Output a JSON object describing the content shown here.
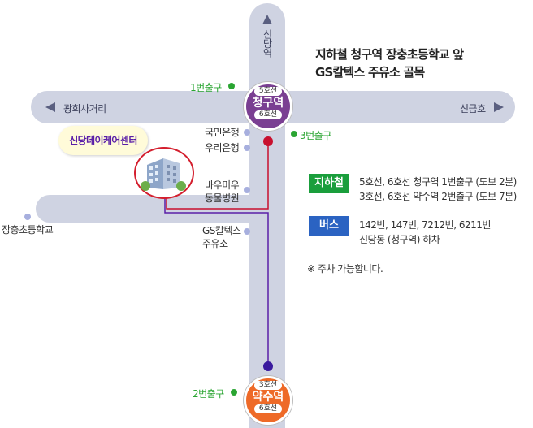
{
  "title": {
    "line1": "지하철 청구역 장충초등학교 앞",
    "line2": "GS칼텍스 주유소 골목"
  },
  "roads": {
    "north": "신당역",
    "west": "광희사거리",
    "east": "신금호",
    "left_end": "장충초등학교"
  },
  "stations": {
    "cheonggu": {
      "name": "청구역",
      "line_top": "5호선",
      "line_bottom": "6호선",
      "color_top": "#7a3f92",
      "color_bottom": "#b05a2a"
    },
    "yaksu": {
      "name": "약수역",
      "line_top": "3호선",
      "line_bottom": "6호선",
      "color": "#ee6a28"
    }
  },
  "exits": {
    "cheonggu_exit1": "1번출구",
    "cheonggu_exit3": "3번출구",
    "yaksu_exit2": "2번출구"
  },
  "pois": {
    "kookmin": "국민은행",
    "woori": "우리은행",
    "baumimu_1": "바우미우",
    "baumimu_2": "동물병원",
    "gs_1": "GS칼텍스",
    "gs_2": "주유소"
  },
  "destination": {
    "label": "신당데이케어센터"
  },
  "transit": {
    "subway": {
      "label": "지하철",
      "line1": "5호선, 6호선 청구역 1번출구 (도보 2분)",
      "line2": "3호선, 6호선 약수역 2번출구 (도보 7분)"
    },
    "bus": {
      "label": "버스",
      "line1": "142번, 147번, 7212번, 6211번",
      "line2": "신당동 (청구역) 하차"
    },
    "note": "※ 주차 가능합니다."
  },
  "colors": {
    "road": "#cfd3e2",
    "route": "#5a1fa8",
    "marker": "#c8102e",
    "exit_green": "#2aa532",
    "subway_badge": "#1a9e3c",
    "bus_badge": "#2b63c2"
  }
}
